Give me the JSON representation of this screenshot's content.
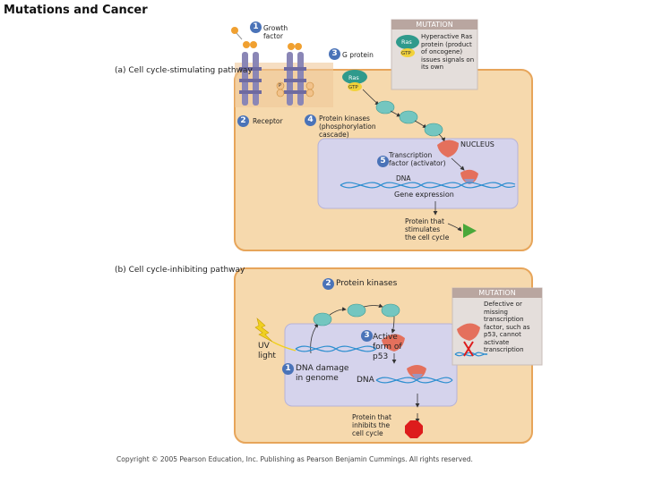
{
  "title": "Mutations and Cancer",
  "panel_a": {
    "heading": "(a) Cell cycle-stimulating pathway",
    "steps": {
      "s1": {
        "num": "1",
        "label": "Growth factor"
      },
      "s2": {
        "num": "2",
        "label": "Receptor"
      },
      "s3": {
        "num": "3",
        "label": "G protein"
      },
      "s4": {
        "num": "4",
        "label": "Protein kinases (phosphorylation cascade)"
      },
      "s5": {
        "num": "5",
        "label": "Transcription factor (activator)"
      }
    },
    "ras_label": "Ras",
    "gtp_label": "GTP",
    "p_label": "P",
    "mutation": {
      "header": "MUTATION",
      "text": "Hyperactive Ras protein (product of oncogene) issues signals on its own"
    },
    "nucleus_label": "NUCLEUS",
    "dna_label": "DNA",
    "gene_expression": "Gene expression",
    "product": "Protein that stimulates the cell cycle"
  },
  "panel_b": {
    "heading": "(b) Cell cycle-inhibiting pathway",
    "steps": {
      "s1": {
        "num": "1",
        "label": "DNA damage in genome"
      },
      "s2": {
        "num": "2",
        "label": "Protein kinases"
      },
      "s3": {
        "num": "3",
        "label": "Active form of p53"
      }
    },
    "uv": "UV light",
    "dna_label": "DNA",
    "mutation": {
      "header": "MUTATION",
      "text": "Defective or missing transcription factor, such as p53, cannot activate transcription"
    },
    "product": "Protein that inhibits the cell cycle"
  },
  "copyright": "Copyright © 2005 Pearson Education, Inc. Publishing as Pearson Benjamin Cummings. All rights reserved.",
  "colors": {
    "cell": "#f6d9ad",
    "cell_border": "#e7a55a",
    "nucleus": "#d5d3ec",
    "receptor": "#8a86b6",
    "kinase": "#74c6c0",
    "ras": "#2f9a8c",
    "gtp": "#f2d23a",
    "factor": "#e4705c",
    "dna": "#2f8fd0",
    "stimulate_arrow": "#4aa83a",
    "stop": "#dd1c1c",
    "mutation_box": "#e4dedb",
    "mutation_head": "#b9a6a0",
    "step_num": "#4a73b8"
  }
}
